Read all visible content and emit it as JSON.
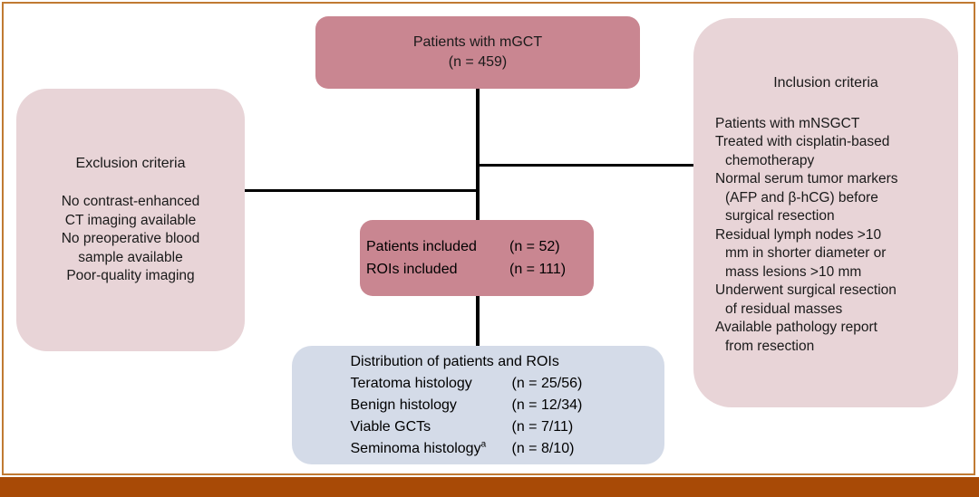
{
  "figure": {
    "type": "flowchart",
    "colors": {
      "dark_pink": "#c98691",
      "light_pink": "#e8d4d7",
      "light_blue": "#d4dbe8",
      "frame_thin": "#c07a32",
      "frame_bar": "#a84a06",
      "text": "#1a1a1a"
    }
  },
  "nodes": {
    "source_cohort": {
      "line1": "Patients with mGCT",
      "line2": "(n = 459)"
    },
    "exclusion": {
      "heading": "Exclusion criteria",
      "lines": [
        "No contrast-enhanced",
        "CT imaging available",
        "No preoperative blood",
        "sample available",
        "Poor-quality imaging"
      ]
    },
    "inclusion": {
      "heading": "Inclusion criteria",
      "lines": [
        "Patients with mNSGCT",
        "Treated with cisplatin-based",
        "chemotherapy",
        "Normal serum tumor markers",
        "(AFP and β-hCG) before",
        "surgical resection",
        "Residual lymph nodes >10",
        "mm in shorter diameter or",
        "mass lesions >10 mm",
        "Underwent surgical resection",
        "of residual masses",
        "Available pathology report",
        "from resection"
      ],
      "indented": [
        false,
        false,
        true,
        false,
        true,
        true,
        false,
        true,
        true,
        false,
        true,
        false,
        true
      ]
    },
    "included": {
      "rows": [
        {
          "label": "Patients included",
          "value": "(n = 52)"
        },
        {
          "label": "ROIs included",
          "value": "(n = 111)"
        }
      ]
    },
    "distribution": {
      "title": "Distribution of patients and ROIs",
      "rows": [
        {
          "label": "Teratoma histology",
          "value": "(n =  25/56)"
        },
        {
          "label": "Benign histology",
          "value": "(n = 12/34)"
        },
        {
          "label": "Viable GCTs",
          "value": "(n = 7/11)"
        },
        {
          "label": "Seminoma histology",
          "label_sup": "a",
          "value": "(n = 8/10)"
        }
      ]
    }
  }
}
